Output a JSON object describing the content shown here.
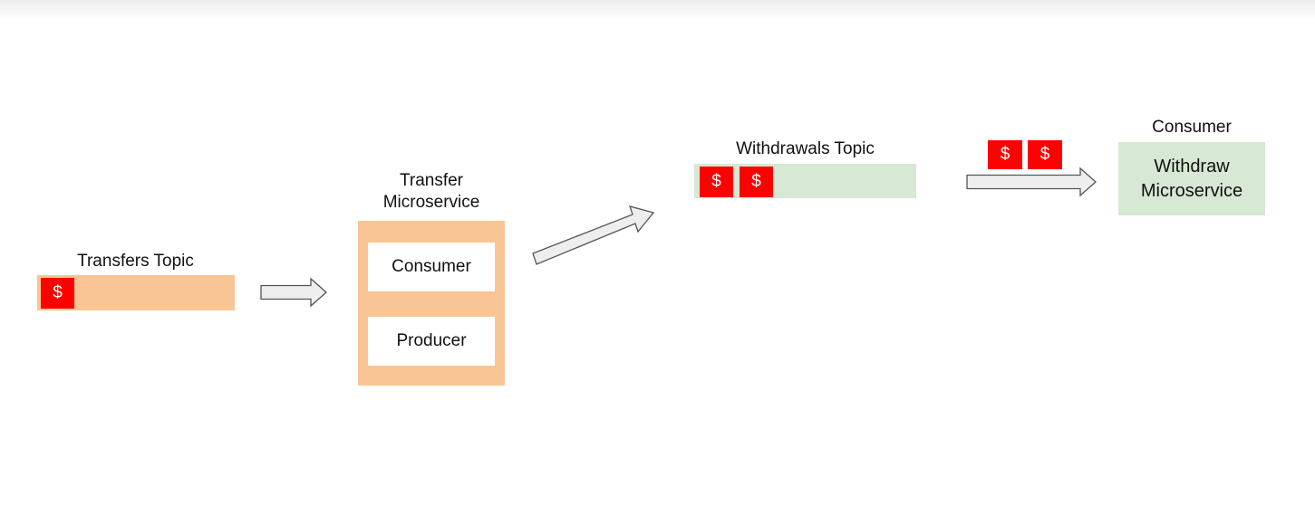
{
  "transfers_topic": {
    "title": "Transfers Topic",
    "coins": [
      "$"
    ]
  },
  "transfer_microservice": {
    "title_line1": "Transfer",
    "title_line2": "Microservice",
    "consumer_label": "Consumer",
    "producer_label": "Producer"
  },
  "withdrawals_topic": {
    "title": "Withdrawals Topic",
    "coins": [
      "$",
      "$"
    ]
  },
  "in_transit_coins": [
    "$",
    "$"
  ],
  "withdraw_microservice": {
    "role_label": "Consumer",
    "name_line1": "Withdraw",
    "name_line2": "Microservice"
  },
  "colors": {
    "orange_fill": "#f9c594",
    "green_fill": "#d7e8d4",
    "coin_red": "#ff0000",
    "arrow_fill": "#eeeeee",
    "arrow_stroke": "#555555"
  },
  "arrows": [
    "arrow-right-icon",
    "arrow-up-right-icon",
    "arrow-right-icon"
  ]
}
